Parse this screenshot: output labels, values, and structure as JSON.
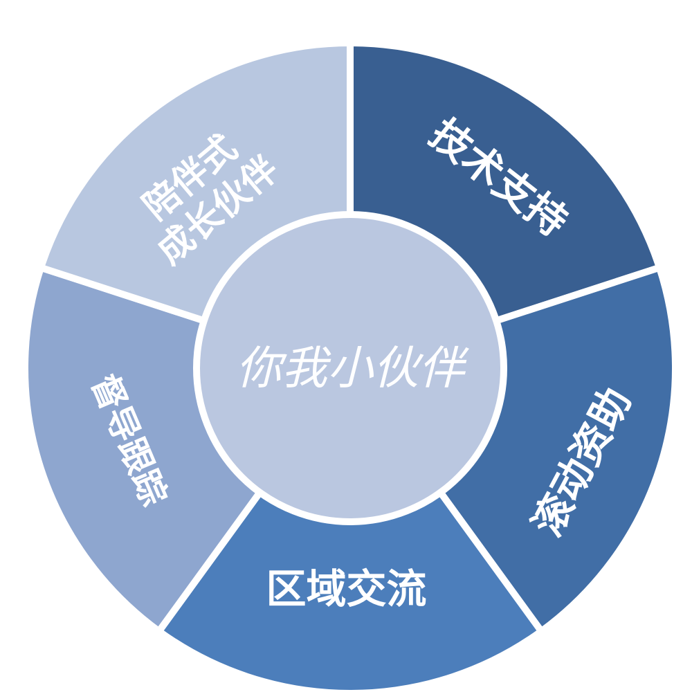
{
  "center": {
    "label": "你我小伙伴",
    "color": "#BAC7E0"
  },
  "segments": [
    {
      "id": "tech-support",
      "lines": [
        "技术支持"
      ],
      "color": "#395F91"
    },
    {
      "id": "rolling-fund",
      "lines": [
        "滚动资助"
      ],
      "color": "#416EA6"
    },
    {
      "id": "regional-exchange",
      "lines": [
        "区域交流"
      ],
      "color": "#4C7EBB"
    },
    {
      "id": "supervision",
      "lines": [
        "督导跟踪"
      ],
      "color": "#8EA6CF"
    },
    {
      "id": "companion-growth",
      "lines": [
        "陪伴式",
        "成长伙伴"
      ],
      "color": "#B8C7E0"
    }
  ]
}
